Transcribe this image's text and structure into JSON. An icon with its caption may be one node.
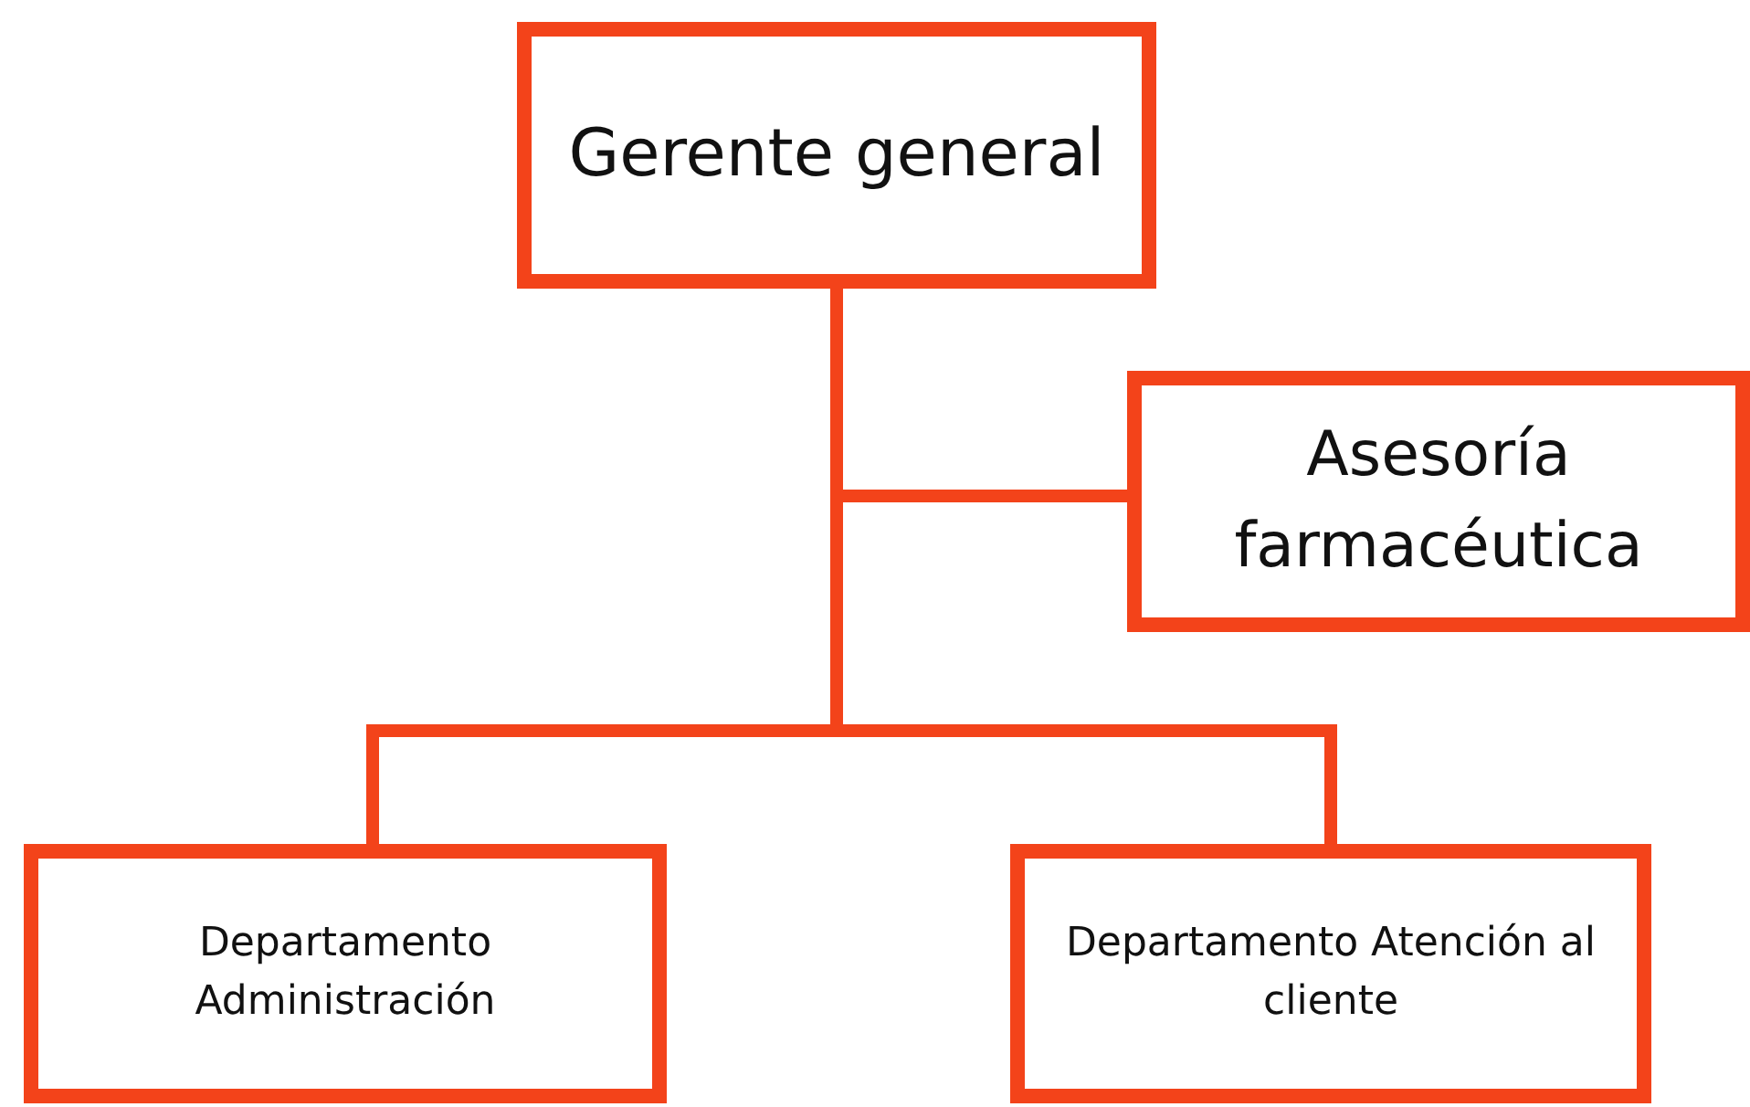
{
  "diagram": {
    "nodes": [
      {
        "text": [
          "Gerente general"
        ]
      },
      {
        "text": [
          "Asesoría farmacéutica"
        ]
      },
      {
        "text": [
          "Departamento Administración"
        ]
      },
      {
        "text": [
          "Departamento Atención al cliente"
        ]
      }
    ],
    "edges": [
      {
        "from": 0,
        "to": 1,
        "arrow": "none"
      },
      {
        "from": 0,
        "to": 2,
        "arrow": "none"
      },
      {
        "from": 0,
        "to": 3,
        "arrow": "none"
      }
    ]
  }
}
